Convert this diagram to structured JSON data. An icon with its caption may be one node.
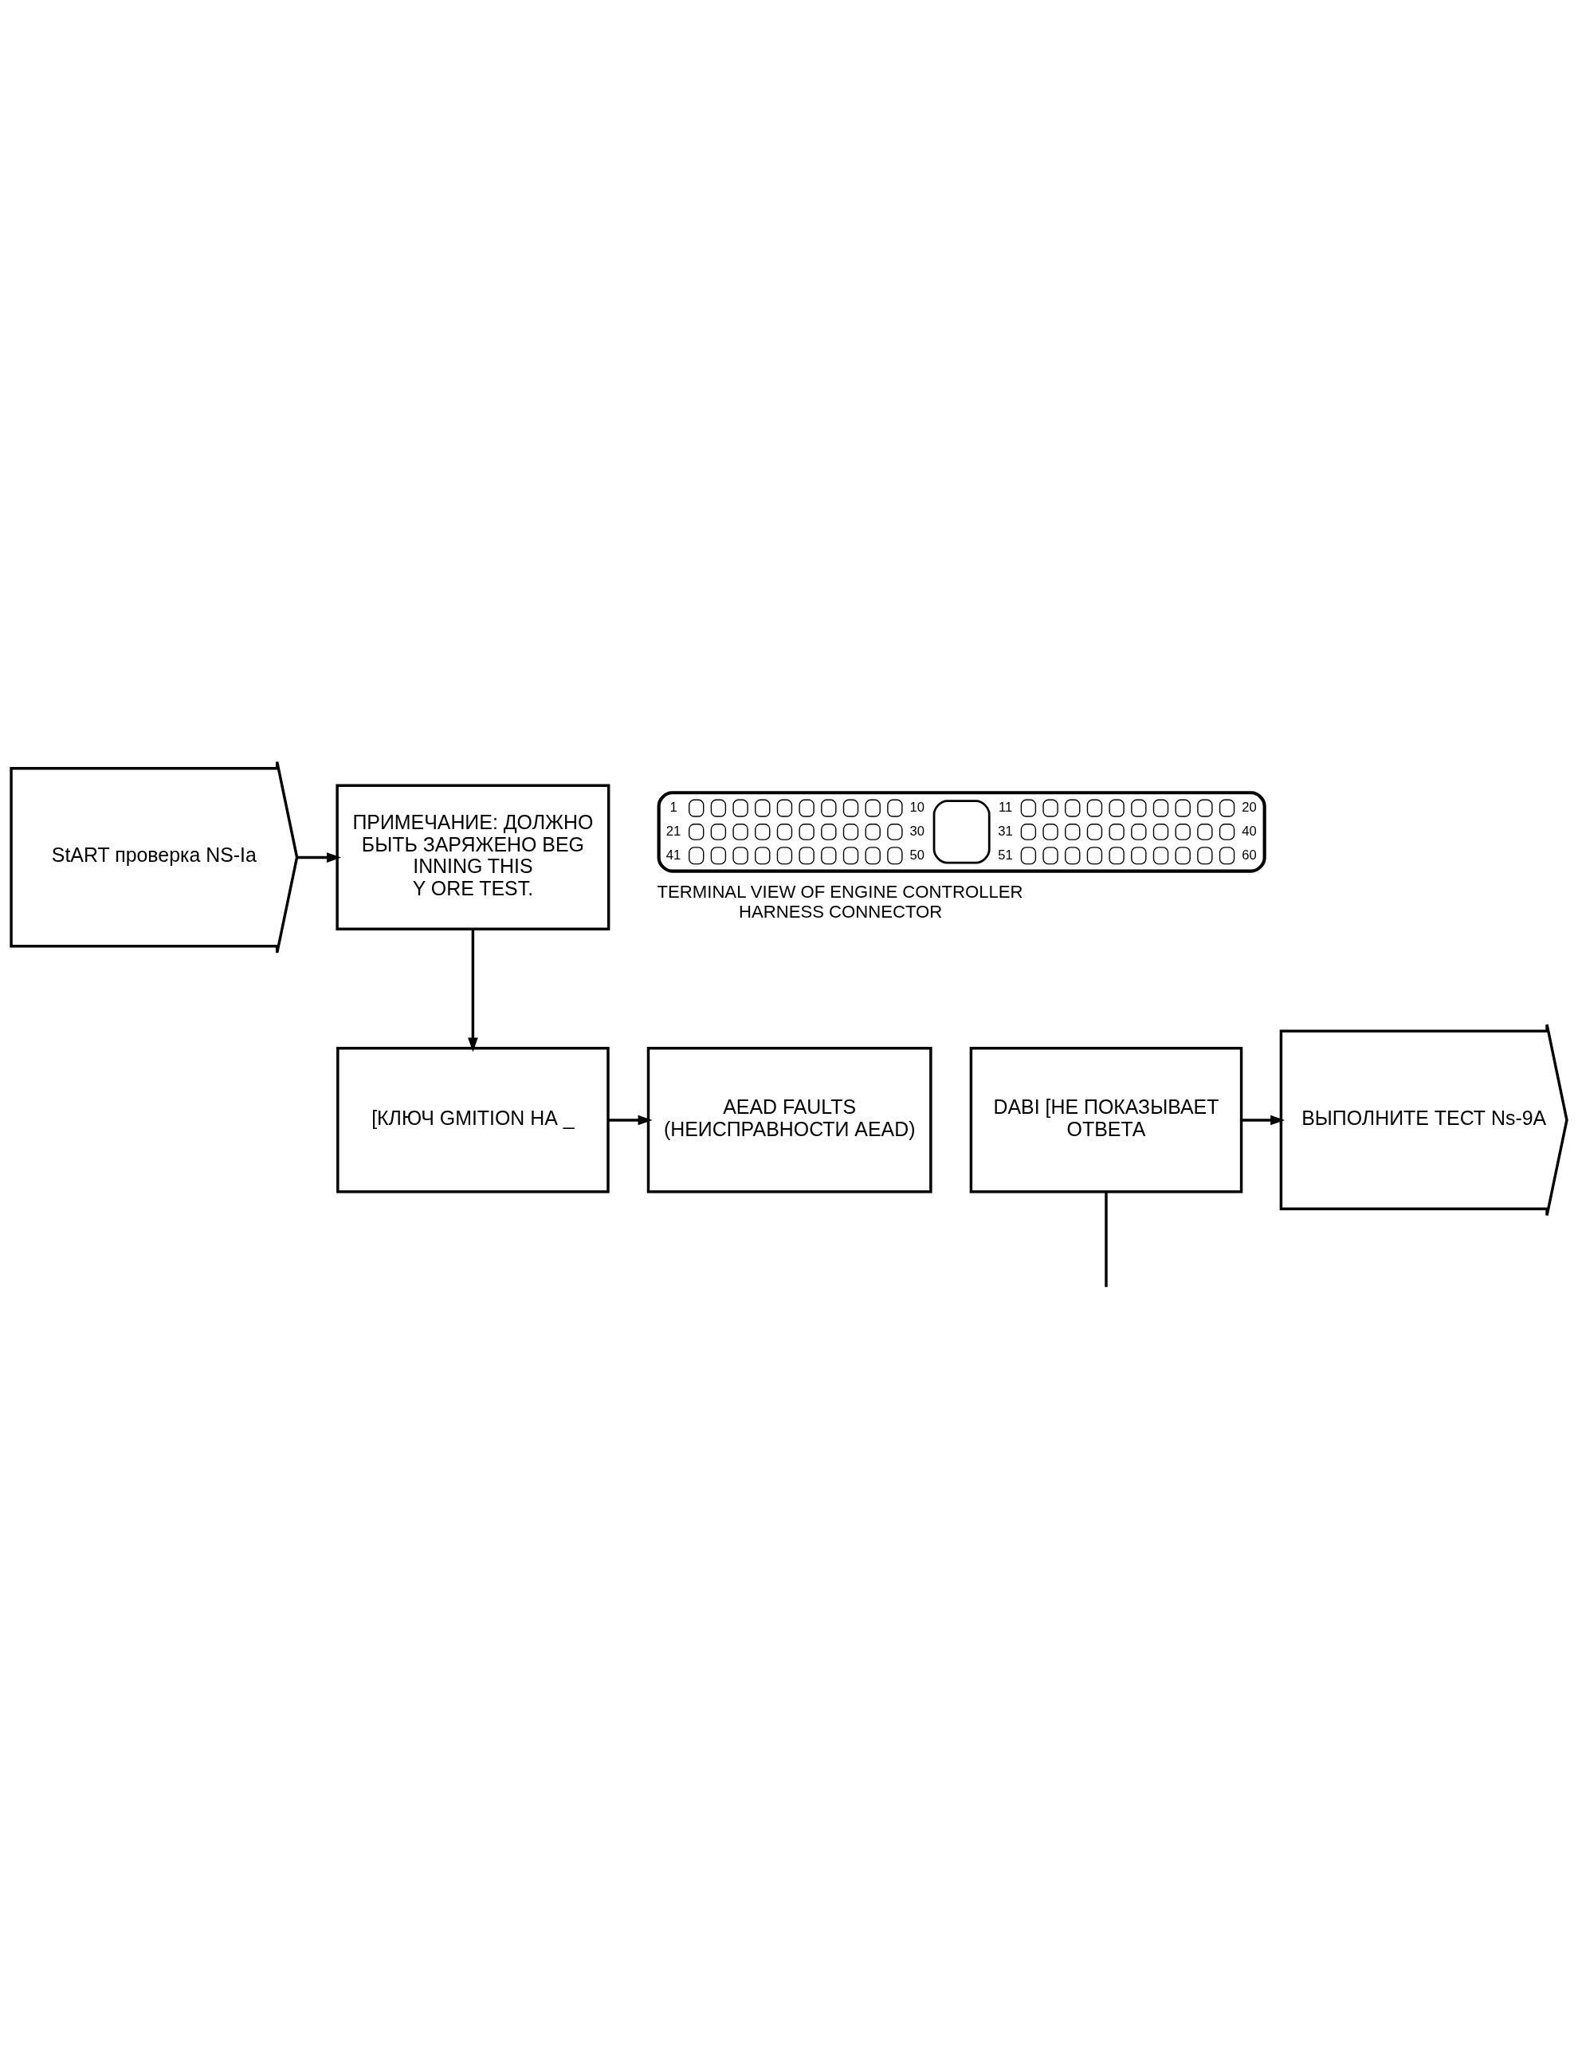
{
  "diagram": {
    "nodes": [
      {
        "text": [
          "StART проверка NS-Ia"
        ]
      },
      {
        "text": [
          "ПРИМЕЧАНИЕ: ДОЛЖНО БЫТЬ ЗАРЯЖЕНО BEG INNING THIS",
          "Y ORE TEST."
        ]
      },
      {
        "text": [
          "[КЛЮЧ GMITION НА _"
        ]
      },
      {
        "text": [
          "AEAD FAULTS (НЕИСПРАВНОСТИ AEAD)"
        ]
      },
      {
        "text": [
          "DABI [НЕ ПОКАЗЫВАЕТ ОТВЕТА"
        ]
      },
      {
        "text": [
          "ВЫПОЛНИТЕ ТЕСТ Ns-9A"
        ]
      }
    ],
    "edges": [
      {
        "from": 0,
        "to": 1,
        "arrow": "to"
      },
      {
        "from": 1,
        "to": 2,
        "arrow": "to"
      },
      {
        "from": 2,
        "to": 3,
        "arrow": "to"
      },
      {
        "from": 4,
        "to": 5,
        "arrow": "to"
      },
      {
        "from": 4,
        "to": null,
        "arrow": "none"
      }
    ],
    "labels": [
      "1",
      "10",
      "11",
      "20",
      "21",
      "30",
      "31",
      "40",
      "41",
      "50",
      "51",
      "60",
      "TERMINAL VIEW OF ENGINE CONTROLLER HARNESS CONNECTOR"
    ]
  }
}
